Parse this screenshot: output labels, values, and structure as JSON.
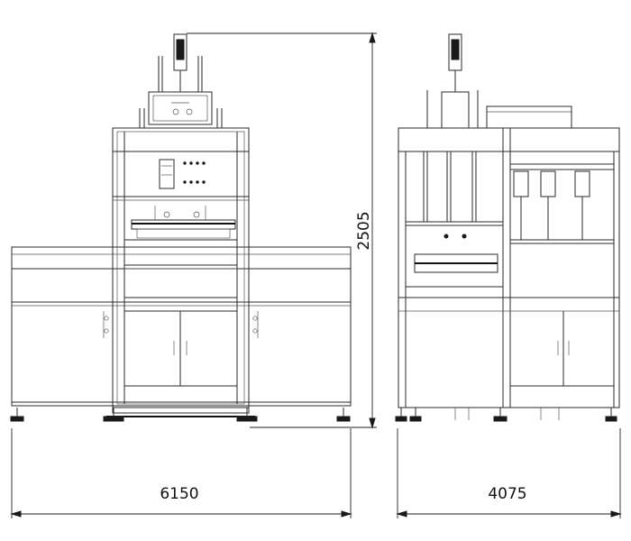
{
  "drawing": {
    "dimensions": {
      "front_width": "6150",
      "side_width": "4075",
      "height": "2505"
    }
  }
}
